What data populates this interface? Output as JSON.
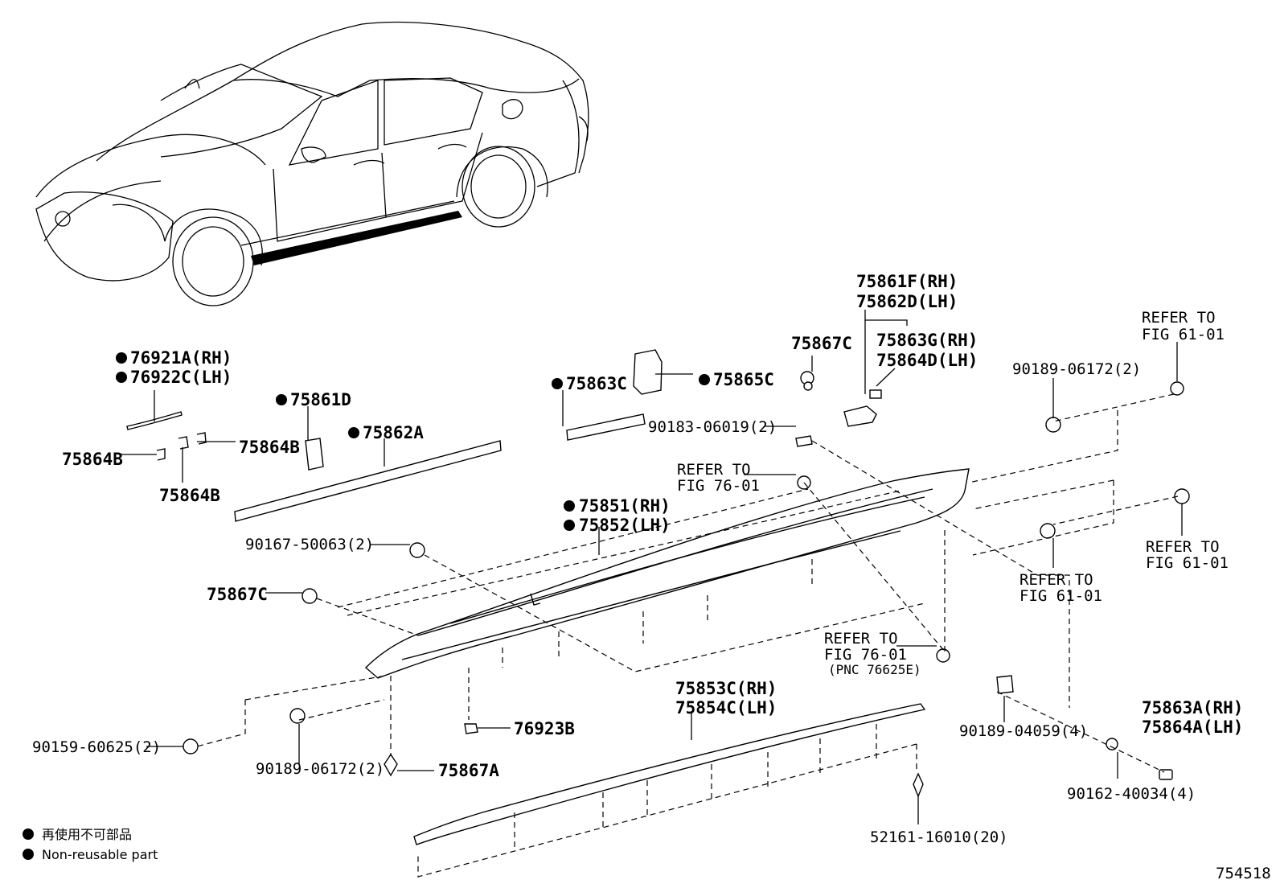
{
  "labels": {
    "p76921A": "76921A(RH)",
    "p76922C": "76922C(LH)",
    "p75861D": "75861D",
    "p75862A": "75862A",
    "p75864B_left": "75864B",
    "p75864B_right": "75864B",
    "p75864B_bottom": "75864B",
    "p75863C": "75863C",
    "p75865C": "75865C",
    "p75861F": "75861F(RH)",
    "p75862D": "75862D(LH)",
    "p75867C_top": "75867C",
    "p75863G": "75863G(RH)",
    "p75864D": "75864D(LH)",
    "p90183": "90183-06019(2)",
    "refer_76_a1": "REFER TO",
    "refer_76_a2": "FIG 76-01",
    "p75851": "75851(RH)",
    "p75852": "75852(LH)",
    "p90167": "90167-50063(2)",
    "p75867C_left": "75867C",
    "p90189_top": "90189-06172(2)",
    "refer_61_a1": "REFER TO",
    "refer_61_a2": "FIG 61-01",
    "refer_61_b1": "REFER TO",
    "refer_61_b2": "FIG 61-01",
    "refer_61_c1": "REFER TO",
    "refer_61_c2": "FIG 61-01",
    "refer_76_b1": "REFER TO",
    "refer_76_b2": "FIG 76-01",
    "refer_76_b3": "(PNC 76625E)",
    "p75853C": "75853C(RH)",
    "p75854C": "75854C(LH)",
    "p76923B": "76923B",
    "p90159": "90159-60625(2)",
    "p90189_bottom": "90189-06172(2)",
    "p75867A": "75867A",
    "p90189_04059": "90189-04059(4)",
    "p75863A": "75863A(RH)",
    "p75864A": "75864A(LH)",
    "p90162": "90162-40034(4)",
    "p52161": "52161-16010(20)",
    "figure_no": "754518"
  },
  "legend": {
    "line1": "再使用不可部品",
    "line2": "Non-reusable part"
  }
}
